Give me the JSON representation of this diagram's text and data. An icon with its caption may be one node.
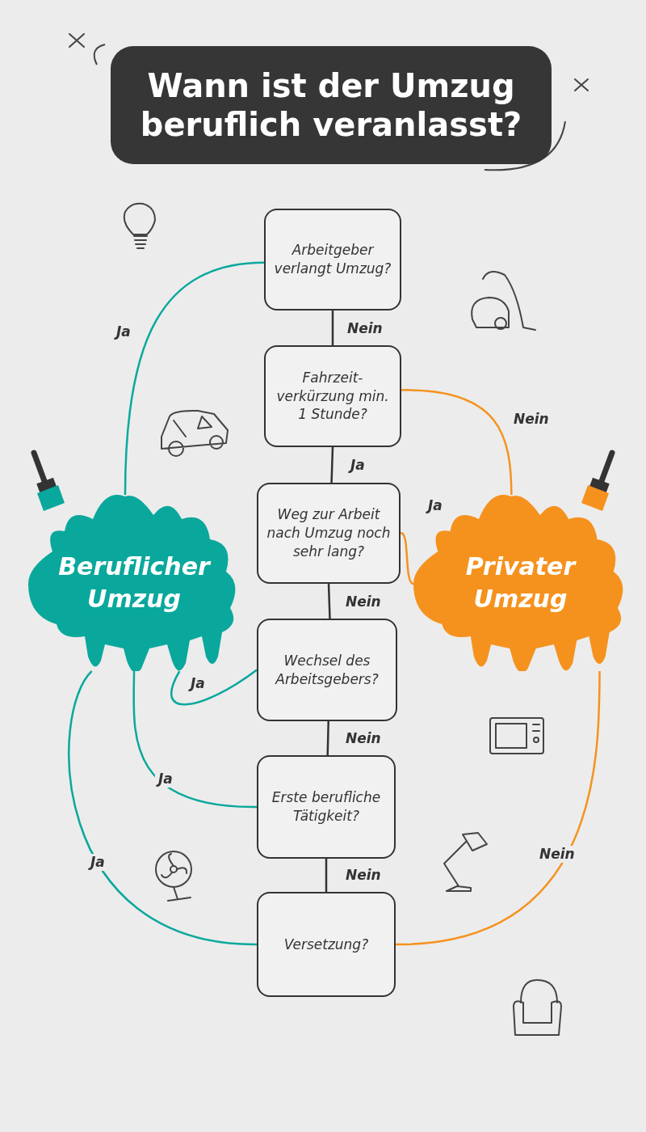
{
  "diagram": {
    "title": "Wann ist der Umzug beruflich veranlasst?",
    "nodes": [
      {
        "text": [
          "Arbeitgeber verlangt Umzug?"
        ]
      },
      {
        "text": [
          "Fahrzeit- verkürzung min. 1 Stunde?"
        ]
      },
      {
        "text": [
          "Weg zur Arbeit nach Umzug noch sehr lang?"
        ]
      },
      {
        "text": [
          "Wechsel des Arbeitsgebers?"
        ]
      },
      {
        "text": [
          "Erste berufliche Tätigkeit?"
        ]
      },
      {
        "text": [
          "Versetzung?"
        ]
      },
      {
        "text": [
          "Beruflicher Umzug"
        ]
      },
      {
        "text": [
          "Privater Umzug"
        ]
      }
    ],
    "edges": [
      {
        "from": 0,
        "to": 1,
        "arrow": "none",
        "label": "Nein"
      },
      {
        "from": 1,
        "to": 2,
        "arrow": "none",
        "label": "Ja"
      },
      {
        "from": 2,
        "to": 3,
        "arrow": "none",
        "label": "Nein"
      },
      {
        "from": 3,
        "to": 4,
        "arrow": "none",
        "label": "Nein"
      },
      {
        "from": 4,
        "to": 5,
        "arrow": "none",
        "label": "Nein"
      },
      {
        "from": 0,
        "to": 6,
        "arrow": "none",
        "label": "Ja",
        "color": "#0aa89c"
      },
      {
        "from": 1,
        "to": 7,
        "arrow": "none",
        "label": "Nein",
        "color": "#f5921e"
      },
      {
        "from": 2,
        "to": 7,
        "arrow": "none",
        "label": "Ja",
        "color": "#f5921e"
      },
      {
        "from": 3,
        "to": 6,
        "arrow": "none",
        "label": "Ja",
        "color": "#0aa89c"
      },
      {
        "from": 4,
        "to": 6,
        "arrow": "none",
        "label": "Ja",
        "color": "#0aa89c"
      },
      {
        "from": 5,
        "to": 6,
        "arrow": "none",
        "label": "Ja",
        "color": "#0aa89c"
      },
      {
        "from": 5,
        "to": 7,
        "arrow": "none",
        "label": "Nein",
        "color": "#f5921e"
      }
    ]
  }
}
